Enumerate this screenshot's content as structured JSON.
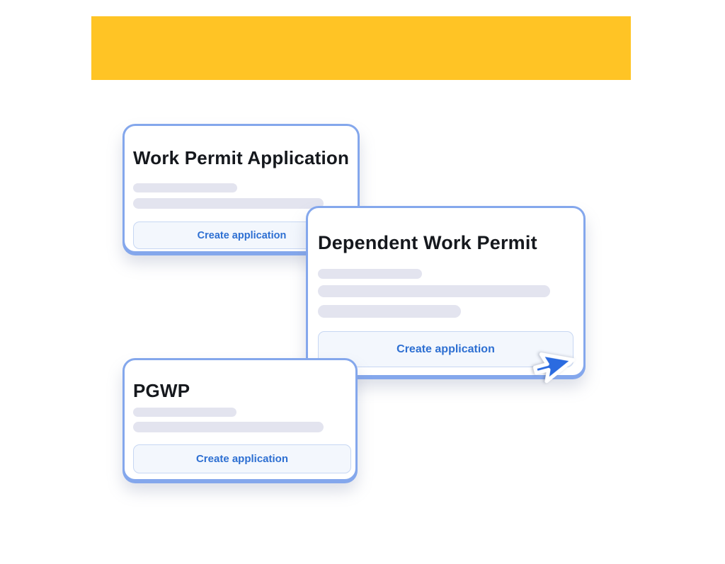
{
  "banner": {
    "color": "#FFC425"
  },
  "cards": [
    {
      "id": "work-permit",
      "title": "Work Permit Application",
      "button_label": "Create application",
      "skeleton_lines": 2
    },
    {
      "id": "dependent-work-permit",
      "title": "Dependent Work Permit",
      "button_label": "Create application",
      "skeleton_lines": 3
    },
    {
      "id": "pgwp",
      "title": "PGWP",
      "button_label": "Create application",
      "skeleton_lines": 2
    }
  ],
  "cursor": {
    "icon": "mouse-pointer-icon",
    "fill": "#2B6BE0",
    "stroke": "#FFFFFF"
  },
  "colors": {
    "banner_yellow": "#FFC425",
    "card_border_blue": "#84A7EC",
    "button_background": "#F3F7FD",
    "button_border": "#C7D7F3",
    "button_text_blue": "#2D6FD2",
    "skeleton_gray": "#E3E4EF",
    "title_text": "#15181D",
    "page_background": "#FFFFFF"
  }
}
